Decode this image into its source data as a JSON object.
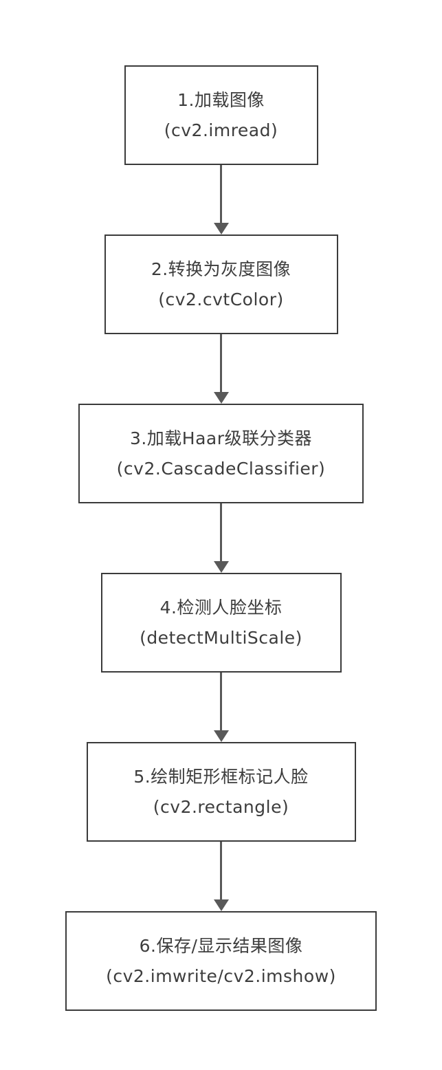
{
  "diagram_type": "flowchart",
  "direction": "top-down",
  "nodes": [
    {
      "id": "1",
      "label": "1.加载图像",
      "code": "(cv2.imread)"
    },
    {
      "id": "2",
      "label": "2.转换为灰度图像",
      "code": "(cv2.cvtColor)"
    },
    {
      "id": "3",
      "label": "3.加载Haar级联分类器",
      "code": "(cv2.CascadeClassifier)"
    },
    {
      "id": "4",
      "label": "4.检测人脸坐标",
      "code": "(detectMultiScale)"
    },
    {
      "id": "5",
      "label": "5.绘制矩形框标记人脸",
      "code": "(cv2.rectangle)"
    },
    {
      "id": "6",
      "label": "6.保存/显示结果图像",
      "code": "(cv2.imwrite/cv2.imshow)"
    }
  ],
  "edges": [
    {
      "from": "1",
      "to": "2"
    },
    {
      "from": "2",
      "to": "3"
    },
    {
      "from": "3",
      "to": "4"
    },
    {
      "from": "4",
      "to": "5"
    },
    {
      "from": "5",
      "to": "6"
    }
  ],
  "colors": {
    "background": "#ffffff",
    "node_fill": "#ffffff",
    "node_border": "#3b3b3b",
    "text": "#3d3d3d",
    "arrow": "#595959"
  }
}
